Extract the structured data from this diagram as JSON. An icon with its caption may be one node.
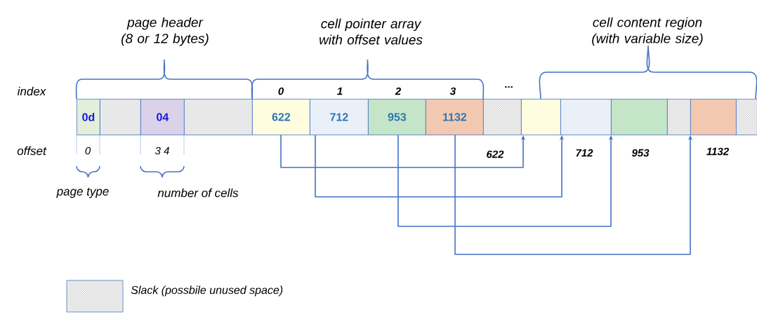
{
  "diagram": {
    "nodes": [
      {
        "text": [
          "0d"
        ]
      },
      {
        "text": [],
        "shape": "box"
      },
      {
        "text": [
          "04"
        ]
      },
      {
        "text": [],
        "shape": "box"
      },
      {
        "text": [
          "622"
        ]
      },
      {
        "text": [
          "712"
        ]
      },
      {
        "text": [
          "953"
        ]
      },
      {
        "text": [
          "1132"
        ]
      },
      {
        "text": [],
        "shape": "box"
      },
      {
        "text": [],
        "shape": "box"
      },
      {
        "text": [],
        "shape": "box"
      },
      {
        "text": [],
        "shape": "box"
      },
      {
        "text": [],
        "shape": "box"
      },
      {
        "text": [],
        "shape": "box"
      },
      {
        "text": [],
        "shape": "box"
      }
    ],
    "edges": [
      {
        "from": 4,
        "to": 9,
        "arrow": "to"
      },
      {
        "from": 5,
        "to": 10,
        "arrow": "to"
      },
      {
        "from": 6,
        "to": 11,
        "arrow": "to"
      },
      {
        "from": 7,
        "to": 13,
        "arrow": "to"
      }
    ],
    "labels": [
      "page header (8 or 12 bytes)",
      "cell pointer array with offset values",
      "cell content region (with variable size)",
      "index",
      "0",
      "1",
      "2",
      "3",
      "...",
      "offset",
      "0",
      "3 4",
      "622",
      "712",
      "953",
      "1132",
      "page type",
      "number of cells"
    ],
    "legend": [
      {
        "text": "Slack (possbile unused space)"
      }
    ]
  }
}
